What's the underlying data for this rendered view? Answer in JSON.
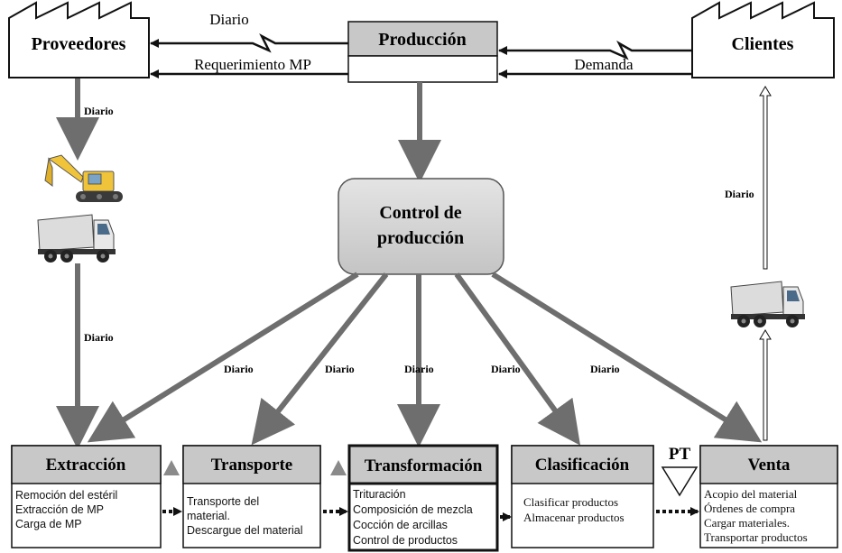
{
  "entities": {
    "proveedores": "Proveedores",
    "produccion": "Producción",
    "clientes": "Clientes",
    "control": [
      "Control de",
      "producción"
    ]
  },
  "flows": {
    "diario_top": "Diario",
    "requerimiento": "Requerimiento MP",
    "demanda": "Demanda",
    "diario_proveedores": "Diario",
    "diario_extraccion": "Diario",
    "diario_clientes": "Diario",
    "diario_branches": [
      "Diario",
      "Diario",
      "Diario",
      "Diario",
      "Diario"
    ]
  },
  "inventory": {
    "pt": "PT"
  },
  "processes": [
    {
      "title": "Extracción",
      "items": [
        "Remoción del estéril",
        "Extracción de MP",
        "Carga de MP"
      ]
    },
    {
      "title": "Transporte",
      "items": [
        "Transporte del",
        "material.",
        "Descargue del material"
      ]
    },
    {
      "title": "Transformación",
      "items": [
        "Trituración",
        "Composición de mezcla",
        "Cocción de arcillas",
        "Control de productos"
      ]
    },
    {
      "title": "Clasificación",
      "items": [
        "Clasificar productos",
        "Almacenar productos"
      ]
    },
    {
      "title": "Venta",
      "items": [
        "Acopio del material",
        "Órdenes de compra",
        "Cargar materiales.",
        "Transportar productos"
      ]
    }
  ],
  "colors": {
    "header_fill": "#c8c8c8",
    "arrow_gray": "#6e6e6e",
    "control_fill": "#cfcfcf"
  },
  "icons": [
    "factory-roof-icon",
    "excavator-icon",
    "dump-truck-icon",
    "push-arrow-icon",
    "inventory-triangle-icon"
  ]
}
